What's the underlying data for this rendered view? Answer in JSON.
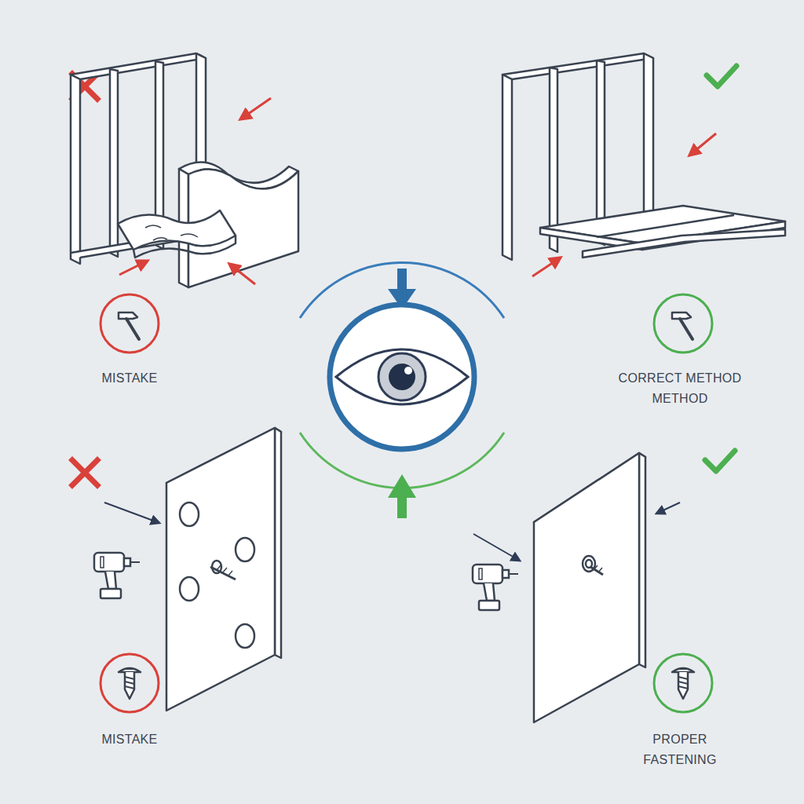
{
  "diagram": {
    "labels": [
      "MISTAKE",
      "CORRECT METHOD METHOD",
      "MISTAKE",
      "PROPER FASTENING"
    ]
  }
}
